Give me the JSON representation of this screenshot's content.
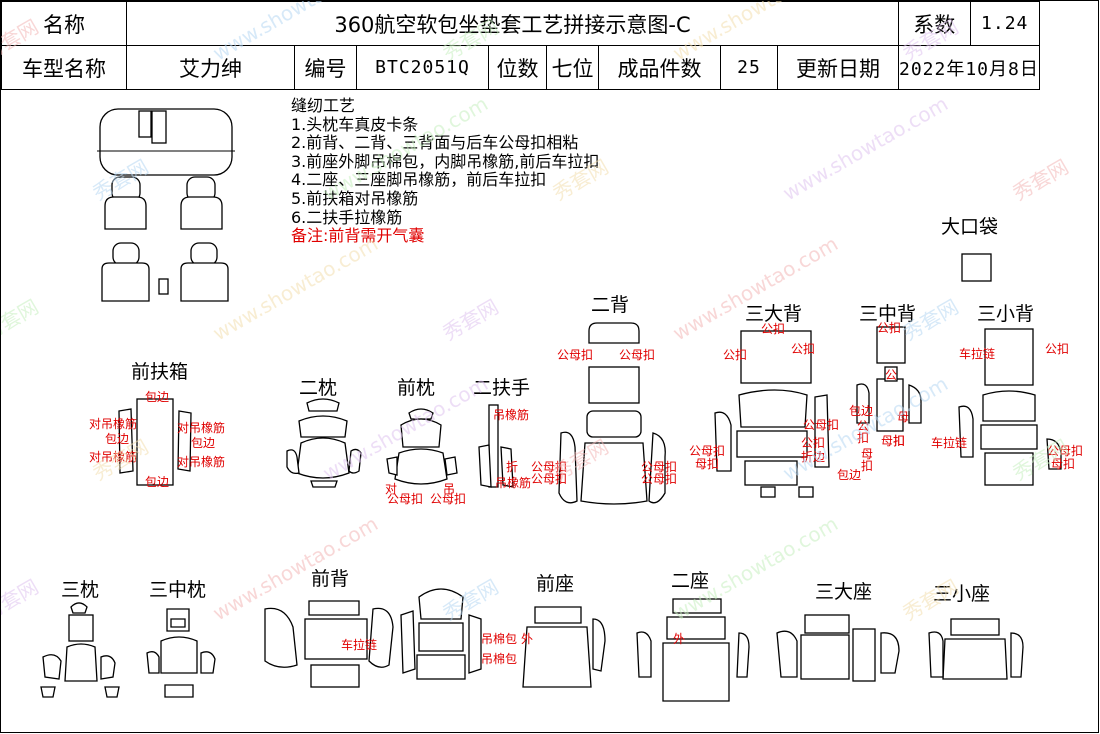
{
  "header": {
    "name_label": "名称",
    "title": "360航空软包坐垫套工艺拼接示意图-C",
    "coef_label": "系数",
    "coef_value": "1.24",
    "car_label": "车型名称",
    "car_value": "艾力绅",
    "code_label": "编号",
    "code_value": "BTC2051Q",
    "seats_label": "位数",
    "seats_value": "七位",
    "pieces_label": "成品件数",
    "pieces_value": "25",
    "date_label": "更新日期",
    "date_value": "2022年10月8日"
  },
  "notes": {
    "title": "缝纫工艺",
    "items": [
      "1.头枕车真皮卡条",
      "2.前背、二背、三背面与后车公母扣相粘",
      "3.前座外脚吊棉包，内脚吊橡筋,前后车拉扣",
      "4.二座、三座脚吊橡筋，前后车拉扣",
      "5.前扶箱对吊橡筋",
      "6.二扶手拉橡筋"
    ],
    "remark": "备注:前背需开气囊"
  },
  "parts": {
    "big_pocket": "大口袋",
    "front_armbox": "前扶箱",
    "second_headrest": "二枕",
    "front_headrest": "前枕",
    "second_armrest": "二扶手",
    "second_back": "二背",
    "third_big_back": "三大背",
    "third_mid_back": "三中背",
    "third_small_back": "三小背",
    "third_headrest": "三枕",
    "third_mid_headrest": "三中枕",
    "front_back": "前背",
    "front_seat": "前座",
    "second_seat": "二座",
    "third_big_seat": "三大座",
    "third_small_seat": "三小座"
  },
  "annotations": {
    "bao_bian": "包边",
    "dui_diao_xiang_jin": "对吊橡筋",
    "diao_xiang_jin": "吊橡筋",
    "gong_mu_kou": "公母扣",
    "gong_kou": "公扣",
    "mu_kou": "母扣",
    "gong": "公",
    "mu": "母",
    "kou": "扣",
    "che_la_lian": "车拉链",
    "wai": "外",
    "zhe_bian": "折边",
    "diao_mian_bao": "吊棉包",
    "zhe": "折",
    "dui": "对",
    "diao": "吊"
  },
  "watermark": {
    "brand": "秀套网",
    "url": "www.showtao.com"
  }
}
